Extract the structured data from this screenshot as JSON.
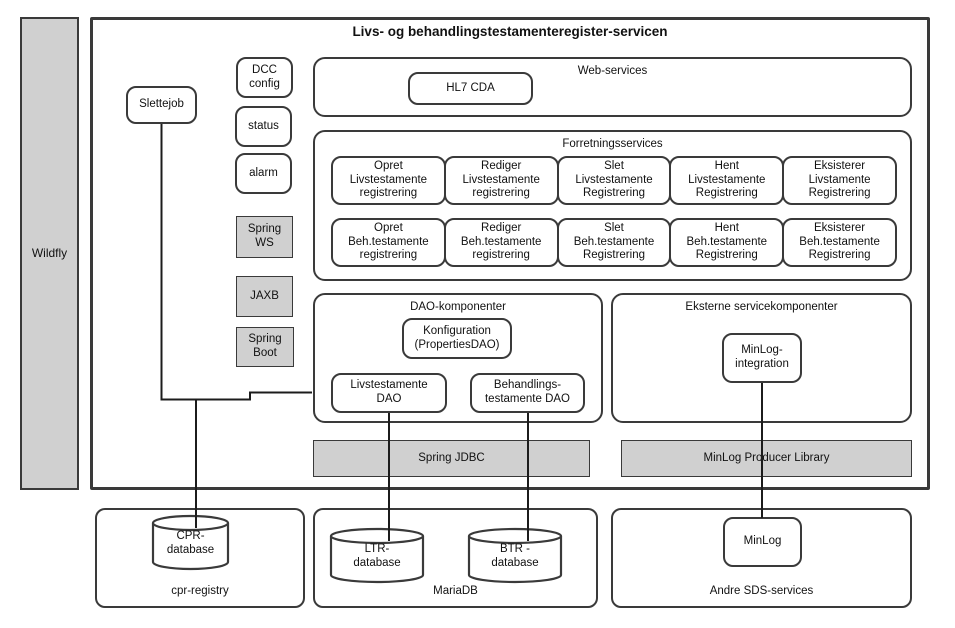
{
  "colors": {
    "gray_fill": "#d0d0d0",
    "box_border": "#3a3a3a",
    "line": "#1c1c1c",
    "background": "#ffffff"
  },
  "wildfly": "Wildfly",
  "main": {
    "title": "Livs- og behandlingstestamenteregister-servicen",
    "sidebar": {
      "slettejob": "Slettejob",
      "dcc_config": "DCC\nconfig",
      "status": "status",
      "alarm": "alarm",
      "spring_ws": "Spring\nWS",
      "jaxb": "JAXB",
      "spring_boot": "Spring\nBoot"
    },
    "web_services": {
      "label": "Web-services",
      "hl7_cda": "HL7 CDA"
    },
    "forretningsservices": {
      "label": "Forretningsservices",
      "row1": [
        "Opret\nLivstestamente\nregistrering",
        "Rediger\nLivstestamente\nregistrering",
        "Slet\nLivstestamente\nRegistrering",
        "Hent\nLivstestamente\nRegistrering",
        "Eksisterer\nLivstamente\nRegistrering"
      ],
      "row2": [
        "Opret\nBeh.testamente\nregistrering",
        "Rediger\nBeh.testamente\nregistrering",
        "Slet\nBeh.testamente\nRegistrering",
        "Hent\nBeh.testamente\nRegistrering",
        "Eksisterer\nBeh.testamente\nRegistrering"
      ]
    },
    "dao": {
      "label": "DAO-komponenter",
      "konfiguration": "Konfiguration\n(PropertiesDAO)",
      "livstestamente_dao": "Livstestamente\nDAO",
      "behandlings_dao": "Behandlings-\ntestamente DAO"
    },
    "eksterne": {
      "label": "Eksterne servicekomponenter",
      "minlog_integration": "MinLog-\nintegration"
    },
    "spring_jdbc": "Spring JDBC",
    "minlog_producer": "MinLog Producer Library"
  },
  "bottom": {
    "cpr_registry": {
      "label": "cpr-registry",
      "database": "CPR-\ndatabase"
    },
    "mariadb": {
      "label": "MariaDB",
      "ltr_database": "LTR-\ndatabase",
      "btr_database": "BTR -\ndatabase"
    },
    "andre_sds": {
      "label": "Andre SDS-services",
      "minlog": "MinLog"
    }
  }
}
